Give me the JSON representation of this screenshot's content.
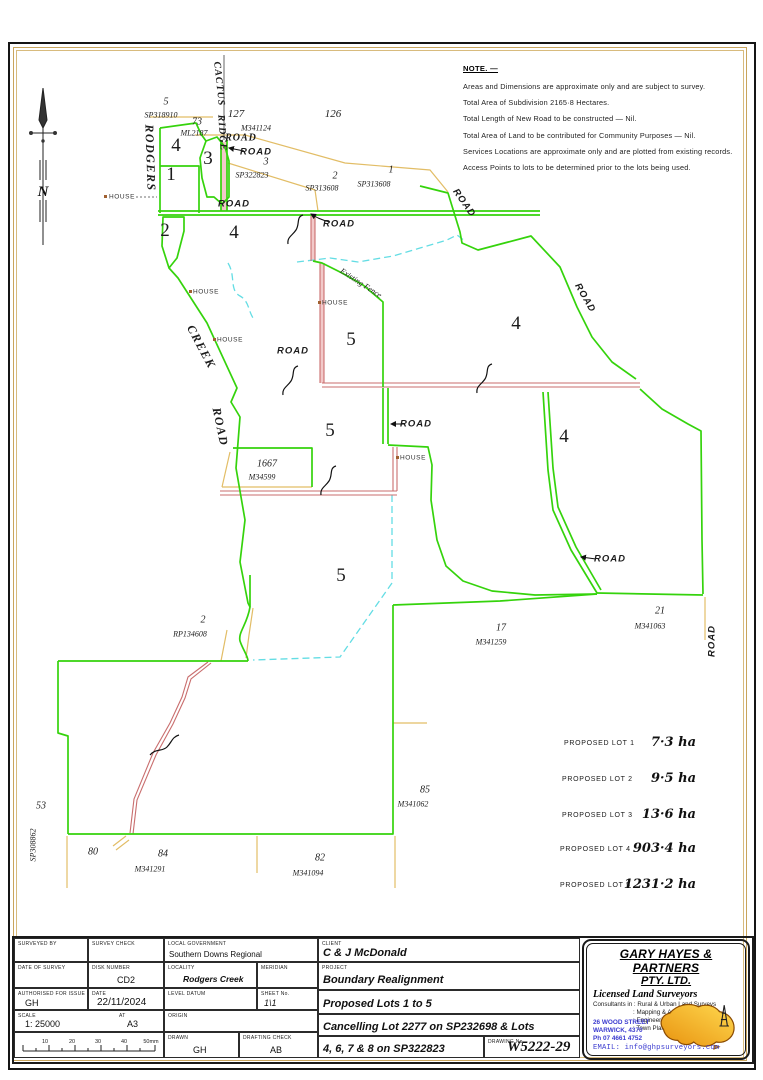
{
  "notes": {
    "title": "NOTE. —",
    "lines": [
      "Areas and Dimensions are approximate only and are subject to survey.",
      "Total Area of Subdivision 2165·8 Hectares.",
      "Total Length of New Road to be constructed — Nil.",
      "Total Area of Land to be contributed for Community Purposes — Nil.",
      "Services Locations are approximate only and are plotted from existing records.",
      "Access Points to lots to be determined prior to the lots being used."
    ]
  },
  "compass": {
    "letter": "N"
  },
  "map": {
    "road_label": "ROAD",
    "house_label": "HOUSE",
    "fence_label": "Existing Fence",
    "street_names": [
      "CACTUS",
      "RIDGE",
      "ROAD",
      "RODGERS",
      "CREEK",
      "ROAD"
    ],
    "lot_numbers": [
      "4",
      "1",
      "3",
      "2",
      "4",
      "4",
      "5",
      "5",
      "4",
      "5"
    ],
    "parcels": [
      {
        "lot": "5",
        "plan": "SP318910"
      },
      {
        "lot": "73",
        "plan": "ML2187"
      },
      {
        "lot": "127",
        "plan": ""
      },
      {
        "lot": "126",
        "plan": "M341124"
      },
      {
        "lot": "3",
        "plan": "SP322823"
      },
      {
        "lot": "2",
        "plan": "SP313608"
      },
      {
        "lot": "1",
        "plan": "SP313608"
      },
      {
        "lot": "1667",
        "plan": "M34599"
      },
      {
        "lot": "2",
        "plan": "RP134608"
      },
      {
        "lot": "17",
        "plan": "M341259"
      },
      {
        "lot": "21",
        "plan": "M341063"
      },
      {
        "lot": "85",
        "plan": "M341062"
      },
      {
        "lot": "53",
        "plan": "SP308862"
      },
      {
        "lot": "80",
        "plan": ""
      },
      {
        "lot": "84",
        "plan": "M341291"
      },
      {
        "lot": "82",
        "plan": "M341094"
      }
    ]
  },
  "proposed_lots": {
    "rows": [
      {
        "label": "PROPOSED LOT 1",
        "area": "7·3 ha"
      },
      {
        "label": "PROPOSED LOT 2",
        "area": "9·5 ha"
      },
      {
        "label": "PROPOSED LOT 3",
        "area": "13·6 ha"
      },
      {
        "label": "PROPOSED LOT 4",
        "area": "903·4 ha"
      },
      {
        "label": "PROPOSED LOT 5",
        "area": "1231·2 ha"
      }
    ]
  },
  "title_block": {
    "surveyed_by_label": "SURVEYED BY",
    "survey_check_label": "SURVEY CHECK",
    "local_government_label": "LOCAL GOVERNMENT",
    "local_government": "Southern Downs Regional",
    "date_of_survey_label": "DATE OF SURVEY",
    "disk_number_label": "DISK NUMBER",
    "disk_number": "CD2",
    "locality_label": "LOCALITY",
    "locality": "Rodgers Creek",
    "meridian_label": "MERIDIAN",
    "authorised_label": "AUTHORISED FOR ISSUE",
    "authorised": "GH",
    "date_label": "DATE",
    "date": "22/11/2024",
    "level_datum_label": "LEVEL DATUM",
    "sheet_no_label": "SHEET No.",
    "sheet_no": "1\\1",
    "scale_label": "SCALE",
    "scale": "1: 25000",
    "at_label": "AT",
    "at": "A3",
    "origin_label": "ORIGIN",
    "drawn_label": "DRAWN",
    "drawn": "GH",
    "drafting_check_label": "DRAFTING CHECK",
    "drafting_check": "AB",
    "client_label": "CLIENT",
    "client": "C & J McDonald",
    "project_label": "PROJECT",
    "project": "Boundary Realignment",
    "project_line2": "Proposed Lots 1 to 5",
    "project_line3": "Cancelling Lot 2277 on SP232698 & Lots",
    "project_line4": "4, 6, 7 & 8 on SP322823",
    "drawing_no_label": "DRAWING No.",
    "drawing_no": "W5222-29",
    "scalebar_ticks": [
      "10",
      "20",
      "30",
      "40",
      "50mm"
    ]
  },
  "company": {
    "name_line1": "GARY HAYES & PARTNERS",
    "name_line2": "PTY. LTD.",
    "tagline": "Licensed Land Surveyors",
    "consultants": [
      "Consultants in : Rural & Urban Land Surveys",
      ": Mapping & Aerial Photography",
      ": Engineering Surveys",
      ": Town Planning"
    ],
    "address": [
      "26 WOOD STREET",
      "WARWICK, 4370",
      "Ph 07 4661 4752"
    ],
    "email": "EMAIL: info@ghpsurveyors.com"
  }
}
